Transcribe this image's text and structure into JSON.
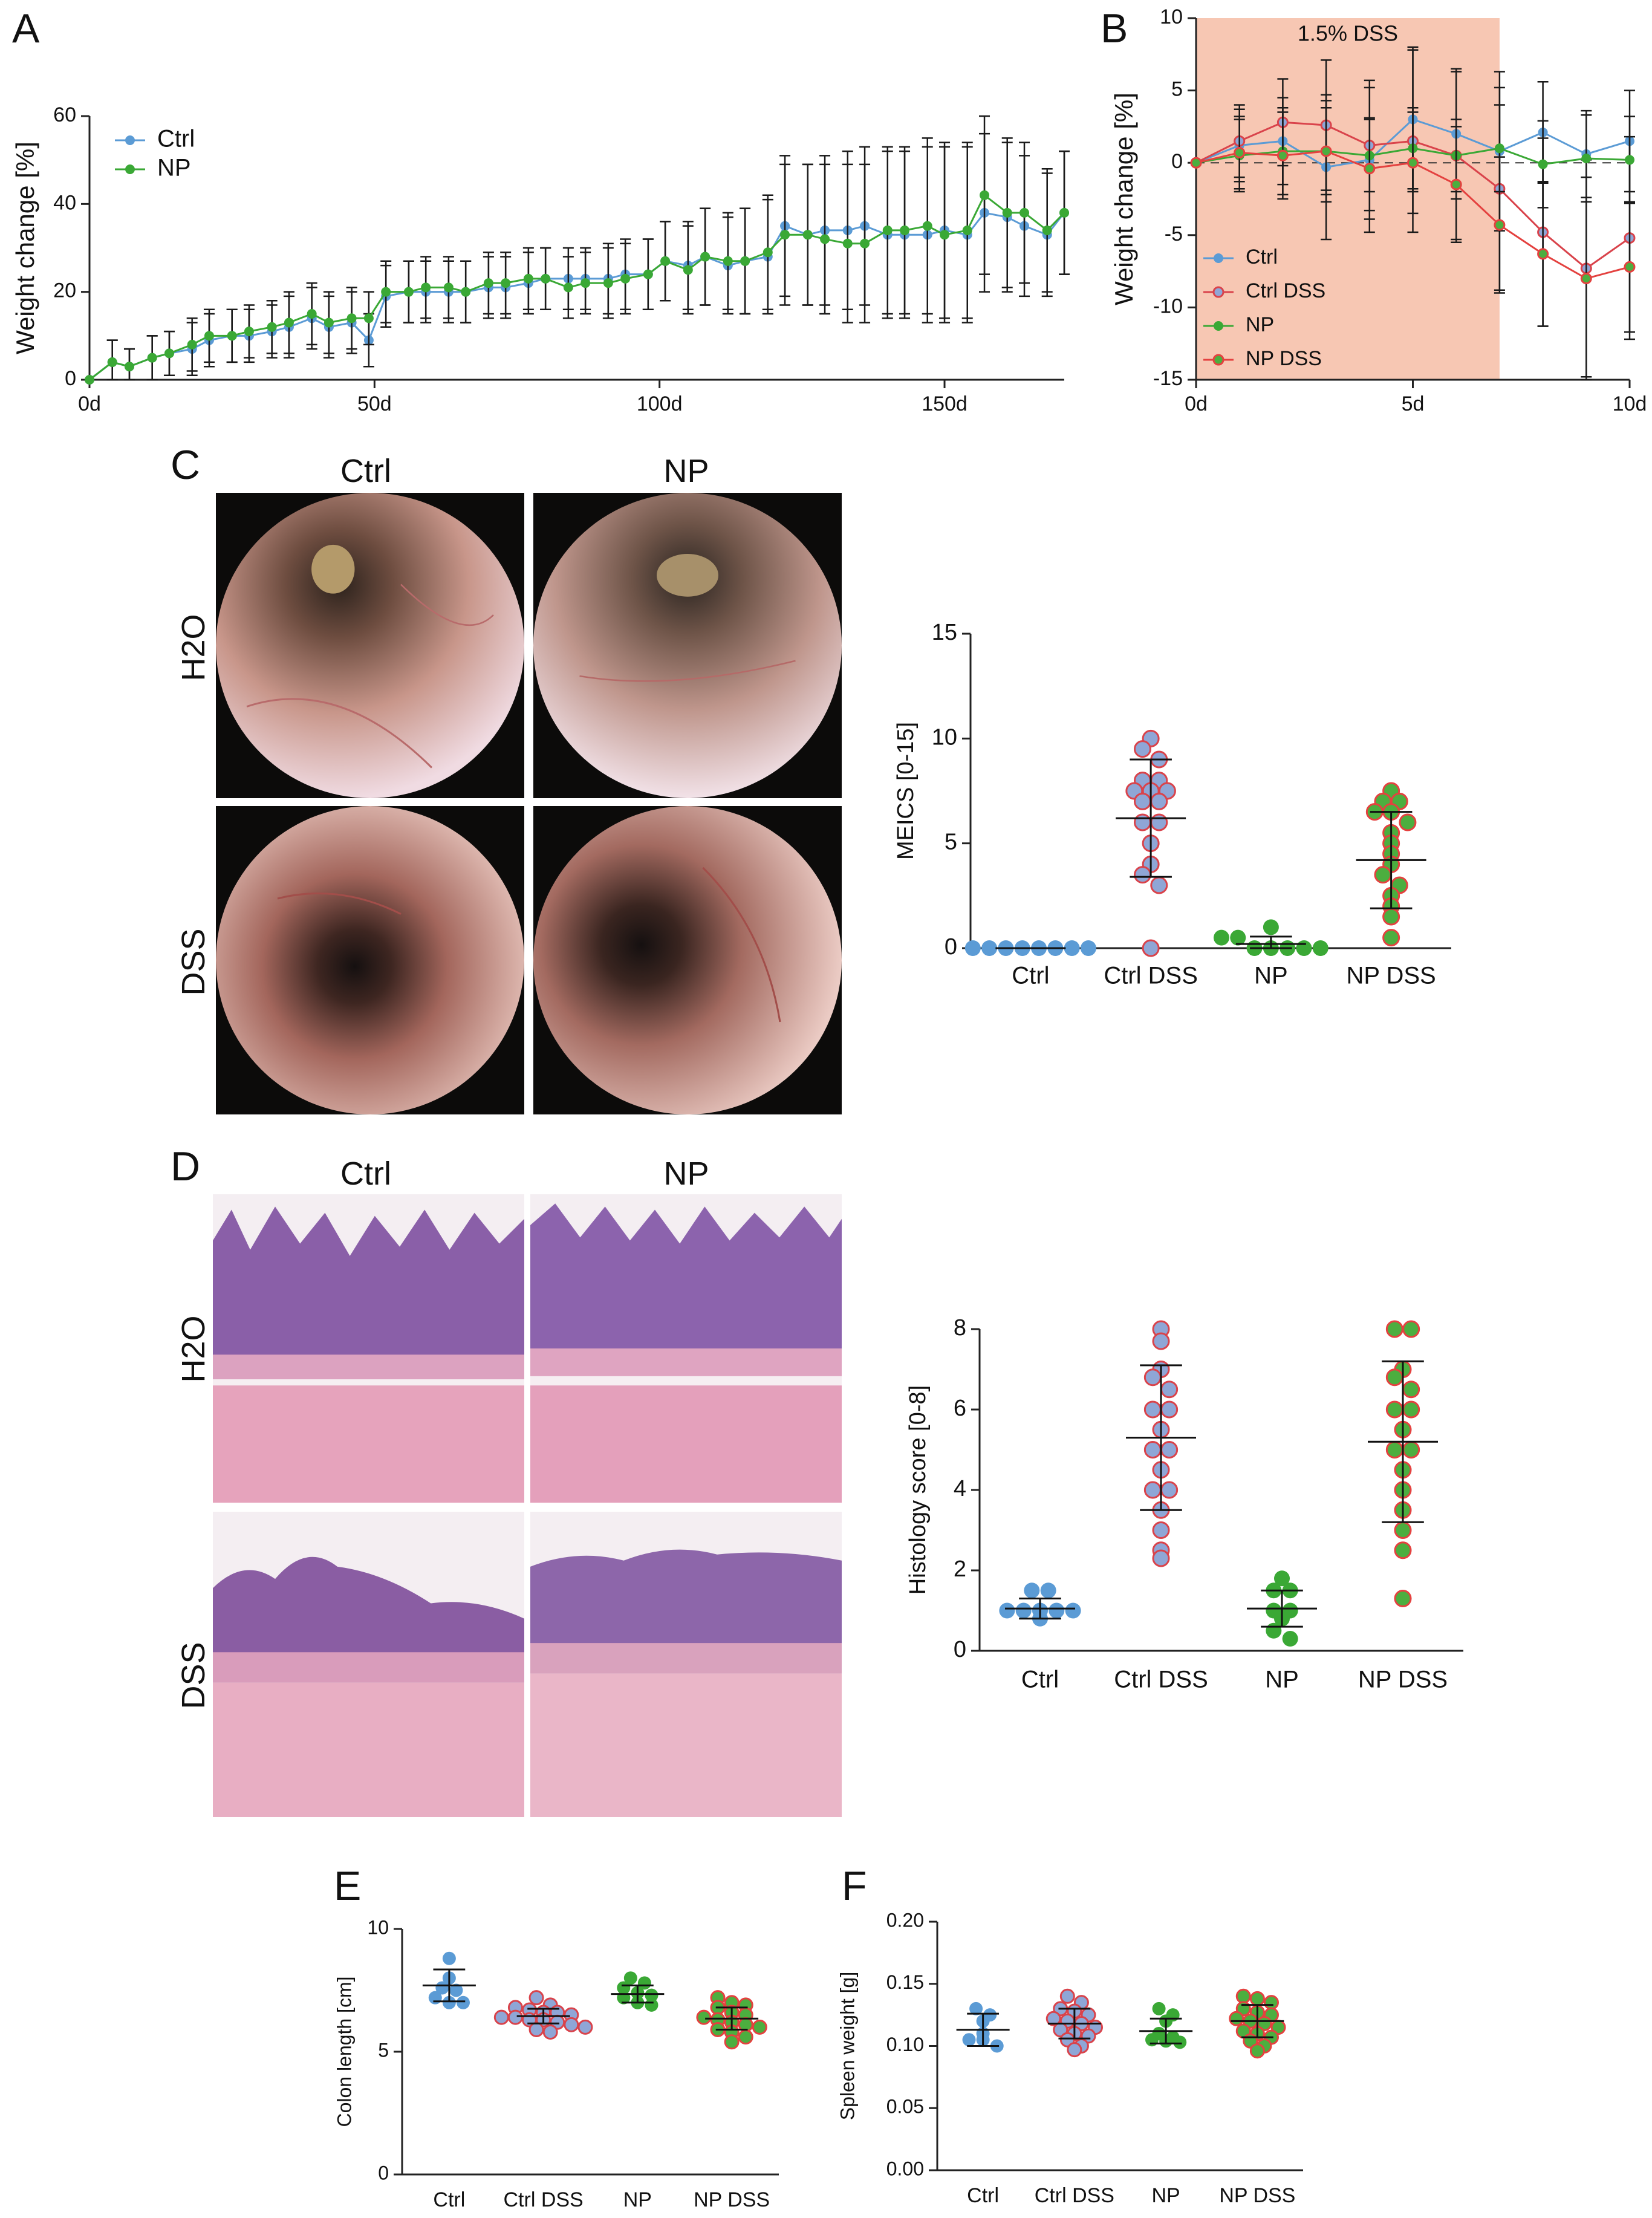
{
  "panels": {
    "A": "A",
    "B": "B",
    "C": "C",
    "D": "D",
    "E": "E",
    "F": "F"
  },
  "colors": {
    "ctrl": "#5b9bd5",
    "np": "#3aa835",
    "ctrl_dss_edge": "#d9434b",
    "ctrl_dss_fill": "#8fa6d6",
    "np_dss_edge": "#e4413f",
    "np_dss_fill": "#4cae3f",
    "dss_band": "#f7c7b3"
  },
  "photos": {
    "C": {
      "col_labels": [
        "Ctrl",
        "NP"
      ],
      "row_labels": [
        "H2O",
        "DSS"
      ]
    },
    "D": {
      "col_labels": [
        "Ctrl",
        "NP"
      ],
      "row_labels": [
        "H2O",
        "DSS"
      ]
    }
  },
  "chart_data": [
    {
      "id": "A",
      "type": "line",
      "xlabel": "",
      "ylabel": "Weight change [%]",
      "xlim": [
        0,
        171
      ],
      "ylim": [
        0,
        60
      ],
      "xticks": [
        {
          "v": 0,
          "label": "0d"
        },
        {
          "v": 50,
          "label": "50d"
        },
        {
          "v": 100,
          "label": "100d"
        },
        {
          "v": 150,
          "label": "150d"
        }
      ],
      "yticks": [
        0,
        20,
        40,
        60
      ],
      "legend": [
        "Ctrl",
        "NP"
      ],
      "x": [
        0,
        4,
        7,
        11,
        14,
        18,
        21,
        25,
        28,
        32,
        35,
        39,
        42,
        46,
        49,
        52,
        56,
        59,
        63,
        66,
        70,
        73,
        77,
        80,
        84,
        87,
        91,
        94,
        98,
        101,
        105,
        108,
        112,
        115,
        119,
        122,
        126,
        129,
        133,
        136,
        140,
        143,
        147,
        150,
        154,
        157,
        161,
        164,
        168,
        171
      ],
      "series": [
        {
          "name": "Ctrl",
          "values": [
            0,
            4,
            3,
            5,
            6,
            7,
            9,
            10,
            10,
            11,
            12,
            14,
            12,
            13,
            9,
            19,
            20,
            20,
            20,
            20,
            21,
            21,
            22,
            23,
            23,
            23,
            23,
            24,
            24,
            27,
            26,
            28,
            26,
            27,
            28,
            35,
            33,
            34,
            34,
            35,
            33,
            33,
            33,
            34,
            33,
            38,
            37,
            35,
            33,
            38
          ],
          "err": [
            0,
            5,
            4,
            5,
            5,
            6,
            6,
            6,
            6,
            6,
            7,
            7,
            7,
            7,
            6,
            7,
            7,
            7,
            7,
            7,
            7,
            7,
            7,
            7,
            7,
            7,
            8,
            8,
            8,
            9,
            10,
            11,
            11,
            12,
            13,
            16,
            16,
            17,
            18,
            18,
            19,
            19,
            20,
            20,
            20,
            18,
            17,
            16,
            14,
            14
          ]
        },
        {
          "name": "NP",
          "values": [
            0,
            4,
            3,
            5,
            6,
            8,
            10,
            10,
            11,
            12,
            13,
            15,
            13,
            14,
            14,
            20,
            20,
            21,
            21,
            20,
            22,
            22,
            23,
            23,
            21,
            22,
            22,
            23,
            24,
            27,
            25,
            28,
            27,
            27,
            29,
            33,
            33,
            32,
            31,
            31,
            34,
            34,
            35,
            33,
            34,
            42,
            38,
            38,
            34,
            38
          ],
          "err": [
            0,
            5,
            4,
            5,
            5,
            6,
            6,
            6,
            6,
            6,
            7,
            7,
            7,
            7,
            6,
            7,
            7,
            7,
            7,
            7,
            7,
            7,
            7,
            7,
            7,
            7,
            8,
            8,
            8,
            9,
            10,
            11,
            11,
            12,
            13,
            16,
            16,
            17,
            18,
            18,
            19,
            19,
            20,
            20,
            20,
            18,
            17,
            16,
            14,
            14
          ]
        }
      ]
    },
    {
      "id": "B",
      "type": "line",
      "xlabel": "",
      "ylabel": "Weight change [%]",
      "xlim": [
        0,
        10
      ],
      "ylim": [
        -15,
        10
      ],
      "xticks": [
        {
          "v": 0,
          "label": "0d"
        },
        {
          "v": 5,
          "label": "5d"
        },
        {
          "v": 10,
          "label": "10d"
        }
      ],
      "yticks": [
        -15,
        -10,
        -5,
        0,
        5,
        10
      ],
      "annotation": "1.5% DSS",
      "dss_period": [
        0,
        7
      ],
      "legend": [
        "Ctrl",
        "Ctrl DSS",
        "NP",
        "NP DSS"
      ],
      "x": [
        0,
        1,
        2,
        3,
        4,
        5,
        6,
        7,
        8,
        9,
        10
      ],
      "series": [
        {
          "name": "Ctrl",
          "values": [
            0,
            1.2,
            1.5,
            -0.3,
            0.2,
            3,
            2,
            0.8,
            2.1,
            0.6,
            1.5
          ],
          "err": [
            0,
            2.5,
            3,
            5,
            5,
            5,
            4.5,
            5.5,
            3.5,
            3,
            3.5
          ]
        },
        {
          "name": "Ctrl DSS",
          "values": [
            0,
            1.5,
            2.8,
            2.6,
            1.2,
            1.5,
            0.5,
            -1.8,
            -4.8,
            -7.3,
            -5.2
          ],
          "err": [
            0,
            2.5,
            3,
            4.5,
            4.5,
            6.3,
            5.8,
            7,
            6.5,
            7.5,
            7
          ]
        },
        {
          "name": "NP",
          "values": [
            0,
            0.5,
            0.8,
            0.8,
            0.5,
            1,
            0.5,
            1,
            -0.1,
            0.3,
            0.2
          ],
          "err": [
            0,
            2.5,
            3,
            3,
            2.5,
            2.8,
            2.5,
            3,
            3,
            3,
            3
          ]
        },
        {
          "name": "NP DSS",
          "values": [
            0,
            0.7,
            0.5,
            0.8,
            -0.4,
            0,
            -1.5,
            -4.3,
            -6.3,
            -8,
            -7.2
          ],
          "err": [
            0,
            2.5,
            3,
            3.5,
            3.5,
            3.5,
            4,
            4.7,
            5,
            7,
            4.5
          ]
        }
      ]
    },
    {
      "id": "C",
      "type": "scatter",
      "xlabel": "",
      "ylabel": "MEICS [0-15]",
      "ylim": [
        0,
        15
      ],
      "yticks": [
        0,
        5,
        10,
        15
      ],
      "categories": [
        "Ctrl",
        "Ctrl DSS",
        "NP",
        "NP DSS"
      ],
      "groups": [
        {
          "name": "Ctrl",
          "values": [
            0,
            0,
            0,
            0,
            0,
            0,
            0,
            0
          ],
          "mean": 0,
          "sd": 0
        },
        {
          "name": "Ctrl DSS",
          "values": [
            10,
            9.5,
            9,
            8,
            8,
            7.5,
            7.5,
            7.5,
            7,
            7,
            6,
            6,
            5,
            4,
            3.5,
            3,
            0
          ],
          "mean": 6.2,
          "sd": 2.8
        },
        {
          "name": "NP",
          "values": [
            1,
            0.5,
            0.5,
            0,
            0,
            0,
            0,
            0
          ],
          "mean": 0.2,
          "sd": 0.35
        },
        {
          "name": "NP DSS",
          "values": [
            7.5,
            7,
            7,
            6.5,
            6.5,
            6,
            5.5,
            5,
            4.5,
            4,
            3.5,
            3,
            2.5,
            2,
            1.5,
            0.5
          ],
          "mean": 4.2,
          "sd": 2.3
        }
      ]
    },
    {
      "id": "D",
      "type": "scatter",
      "xlabel": "",
      "ylabel": "Histology score [0-8]",
      "ylim": [
        0,
        8
      ],
      "yticks": [
        0,
        2,
        4,
        6,
        8
      ],
      "categories": [
        "Ctrl",
        "Ctrl DSS",
        "NP",
        "NP DSS"
      ],
      "groups": [
        {
          "name": "Ctrl",
          "values": [
            1.5,
            1.5,
            1,
            1,
            1,
            1,
            1,
            0.8
          ],
          "mean": 1.05,
          "sd": 0.25
        },
        {
          "name": "Ctrl DSS",
          "values": [
            8,
            7.7,
            7,
            6.8,
            6.5,
            6,
            6,
            5.5,
            5,
            5,
            4.5,
            4,
            4,
            3.5,
            3,
            2.5,
            2.3
          ],
          "mean": 5.3,
          "sd": 1.8
        },
        {
          "name": "NP",
          "values": [
            1.8,
            1.5,
            1.5,
            1,
            1,
            0.8,
            0.5,
            0.3
          ],
          "mean": 1.05,
          "sd": 0.45
        },
        {
          "name": "NP DSS",
          "values": [
            8,
            8,
            7,
            6.8,
            6.5,
            6,
            6,
            5.5,
            5,
            5,
            4.5,
            4,
            3.5,
            3,
            2.5,
            1.3
          ],
          "mean": 5.2,
          "sd": 2.0
        }
      ]
    },
    {
      "id": "E",
      "type": "scatter",
      "xlabel": "",
      "ylabel": "Colon length [cm]",
      "ylim": [
        0,
        10
      ],
      "yticks": [
        0,
        5,
        10
      ],
      "categories": [
        "Ctrl",
        "Ctrl DSS",
        "NP",
        "NP DSS"
      ],
      "groups": [
        {
          "name": "Ctrl",
          "values": [
            8.8,
            8,
            7.6,
            7.5,
            7.2,
            7,
            7
          ],
          "mean": 7.7,
          "sd": 0.65
        },
        {
          "name": "Ctrl DSS",
          "values": [
            7.2,
            6.9,
            6.8,
            6.7,
            6.6,
            6.6,
            6.5,
            6.4,
            6.4,
            6.3,
            6.3,
            6.2,
            6.1,
            6,
            5.9,
            5.8
          ],
          "mean": 6.45,
          "sd": 0.3
        },
        {
          "name": "NP",
          "values": [
            8,
            7.8,
            7.6,
            7.4,
            7.3,
            7.2,
            7,
            6.9
          ],
          "mean": 7.35,
          "sd": 0.35
        },
        {
          "name": "NP DSS",
          "values": [
            7.2,
            7,
            6.9,
            6.8,
            6.6,
            6.5,
            6.4,
            6.3,
            6.2,
            6.1,
            6,
            5.9,
            5.8,
            5.6,
            5.4
          ],
          "mean": 6.35,
          "sd": 0.45
        }
      ]
    },
    {
      "id": "F",
      "type": "scatter",
      "xlabel": "",
      "ylabel": "Spleen weight [g]",
      "ylim": [
        0,
        0.2
      ],
      "yticks": [
        {
          "v": 0,
          "label": "0.00"
        },
        {
          "v": 0.05,
          "label": "0.05"
        },
        {
          "v": 0.1,
          "label": "0.10"
        },
        {
          "v": 0.15,
          "label": "0.15"
        },
        {
          "v": 0.2,
          "label": "0.20"
        }
      ],
      "categories": [
        "Ctrl",
        "Ctrl DSS",
        "NP",
        "NP DSS"
      ],
      "groups": [
        {
          "name": "Ctrl",
          "values": [
            0.13,
            0.125,
            0.12,
            0.11,
            0.105,
            0.105,
            0.1
          ],
          "mean": 0.113,
          "sd": 0.013
        },
        {
          "name": "Ctrl DSS",
          "values": [
            0.14,
            0.135,
            0.13,
            0.128,
            0.125,
            0.122,
            0.12,
            0.118,
            0.115,
            0.113,
            0.11,
            0.108,
            0.105,
            0.1,
            0.097
          ],
          "mean": 0.118,
          "sd": 0.012
        },
        {
          "name": "NP",
          "values": [
            0.13,
            0.125,
            0.12,
            0.11,
            0.107,
            0.105,
            0.104,
            0.103
          ],
          "mean": 0.112,
          "sd": 0.01
        },
        {
          "name": "NP DSS",
          "values": [
            0.14,
            0.138,
            0.135,
            0.13,
            0.127,
            0.125,
            0.122,
            0.12,
            0.118,
            0.115,
            0.112,
            0.11,
            0.107,
            0.104,
            0.1,
            0.096
          ],
          "mean": 0.12,
          "sd": 0.013
        }
      ]
    }
  ]
}
